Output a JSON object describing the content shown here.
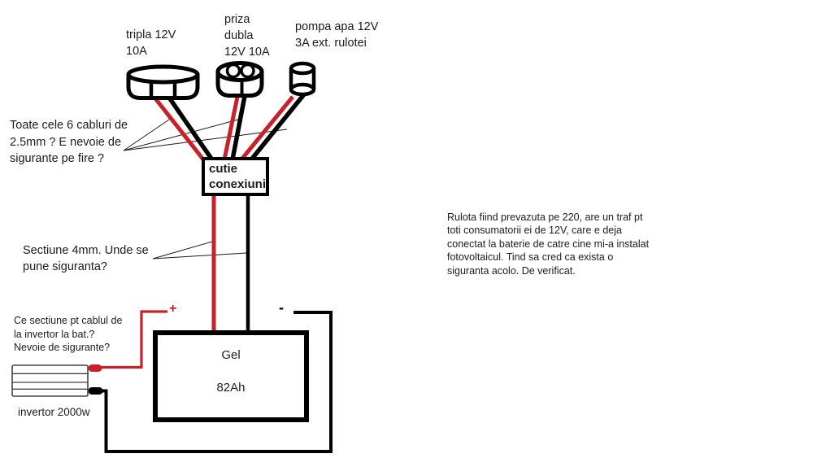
{
  "colors": {
    "wire_red": "#c9202a",
    "wire_black": "#000000",
    "ink": "#1c1c1c"
  },
  "sockets": {
    "tripla": {
      "label_lines": [
        "tripla 12V",
        "10A"
      ]
    },
    "priza": {
      "label_lines": [
        "priza",
        "dubla",
        "12V 10A"
      ]
    },
    "pompa": {
      "label_lines": [
        "pompa apa 12V",
        "3A ext. rulotei"
      ]
    }
  },
  "annotations": {
    "cables": {
      "lines": [
        "Toate cele 6 cabluri de",
        "2.5mm ? E nevoie de",
        "sigurante pe fire ?"
      ]
    },
    "section4": {
      "lines": [
        "Sectiune 4mm. Unde se",
        "pune siguranta?"
      ]
    },
    "inverter_cable": {
      "lines": [
        "Ce sectiune pt cablul de",
        "la invertor la bat.?",
        "Nevoie de sigurante?"
      ]
    },
    "note": {
      "lines": [
        "Rulota fiind prevazuta pe 220, are un traf pt",
        "toti consumatorii ei de 12V, care e deja",
        "conectat la baterie de catre cine mi-a instalat",
        "fotovoltaicul. Tind sa cred ca exista o",
        "siguranta acolo. De verificat."
      ]
    }
  },
  "connection_box": {
    "lines": [
      "cutie",
      "conexiuni"
    ]
  },
  "battery": {
    "chemistry": "Gel",
    "capacity": "82Ah"
  },
  "inverter": {
    "label": "invertor 2000w"
  },
  "terminals": {
    "plus": "+",
    "minus": "-"
  }
}
